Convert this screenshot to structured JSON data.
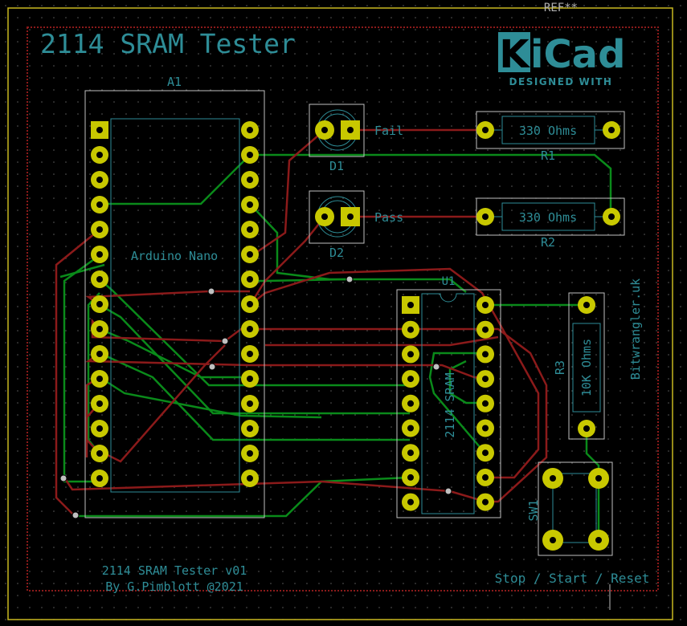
{
  "board": {
    "title": "2114 SRAM Tester",
    "ref_label": "REF**",
    "credits_line1": "2114 SRAM Tester v01",
    "credits_line2": "By G.Pimblott @2021",
    "website": "Bitwrangler.uk",
    "logo": {
      "text": "KiCad",
      "tagline": "DESIGNED WITH"
    }
  },
  "components": {
    "a1": {
      "ref": "A1",
      "value": "Arduino Nano"
    },
    "u1": {
      "ref": "U1",
      "value": "2114 SRAM"
    },
    "d1": {
      "ref": "D1",
      "label": "Fail"
    },
    "d2": {
      "ref": "D2",
      "label": "Pass"
    },
    "r1": {
      "ref": "R1",
      "value": "330 Ohms"
    },
    "r2": {
      "ref": "R2",
      "value": "330 Ohms"
    },
    "r3": {
      "ref": "R3",
      "value": "10K Ohms"
    },
    "sw1": {
      "ref": "SW1",
      "label": "Stop / Start / Reset"
    }
  },
  "colors": {
    "background": "#000000",
    "front_copper": "#8b1a1a",
    "back_copper": "#0a8a1a",
    "silkscreen": "#2e8d97",
    "pad": "#c8c800",
    "edge_cuts": "#c8b820",
    "courtyard": "#c0c0c0"
  }
}
